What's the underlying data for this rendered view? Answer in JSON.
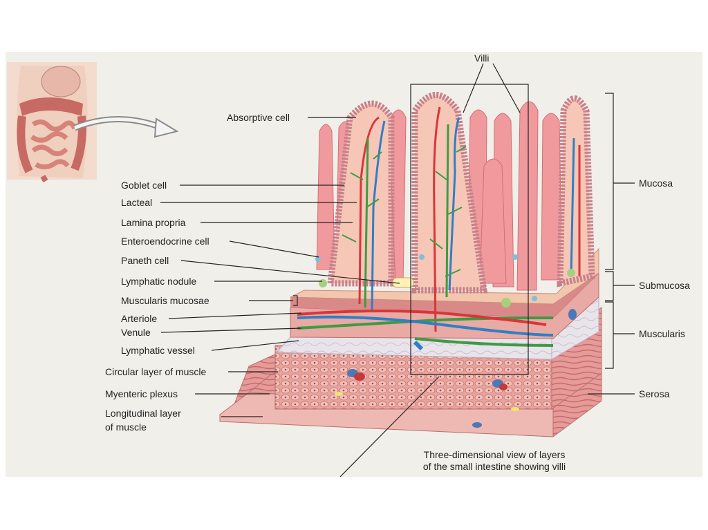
{
  "top_label": "Villi",
  "left_labels": [
    {
      "id": "absorptive",
      "text": "Absorptive cell"
    },
    {
      "id": "goblet",
      "text": "Goblet cell"
    },
    {
      "id": "lacteal",
      "text": "Lacteal"
    },
    {
      "id": "lamina",
      "text": "Lamina propria"
    },
    {
      "id": "enteroendocrine",
      "text": "Enteroendocrine cell"
    },
    {
      "id": "paneth",
      "text": "Paneth cell"
    },
    {
      "id": "nodule",
      "text": "Lymphatic nodule"
    },
    {
      "id": "muscularis_mucosae",
      "text": "Muscularis mucosae"
    },
    {
      "id": "arteriole",
      "text": "Arteriole"
    },
    {
      "id": "venule",
      "text": "Venule"
    },
    {
      "id": "lymph_vessel",
      "text": "Lymphatic vessel"
    },
    {
      "id": "circular",
      "text": "Circular layer of muscle"
    },
    {
      "id": "myenteric",
      "text": "Myenteric plexus"
    },
    {
      "id": "longitudinal",
      "text": "Longitudinal layer\nof muscle"
    }
  ],
  "right_labels": [
    {
      "id": "mucosa",
      "text": "Mucosa"
    },
    {
      "id": "submucosa",
      "text": "Submucosa"
    },
    {
      "id": "muscularis",
      "text": "Muscularis"
    },
    {
      "id": "serosa",
      "text": "Serosa"
    }
  ],
  "caption": "Three-dimensional view of layers\nof the small intestine showing villi",
  "colors": {
    "artery": "#d8363a",
    "vein": "#2f7fc4",
    "lymph": "#3e9b44",
    "tissue": "#f3b3a8",
    "muscle": "#e6a09a"
  }
}
